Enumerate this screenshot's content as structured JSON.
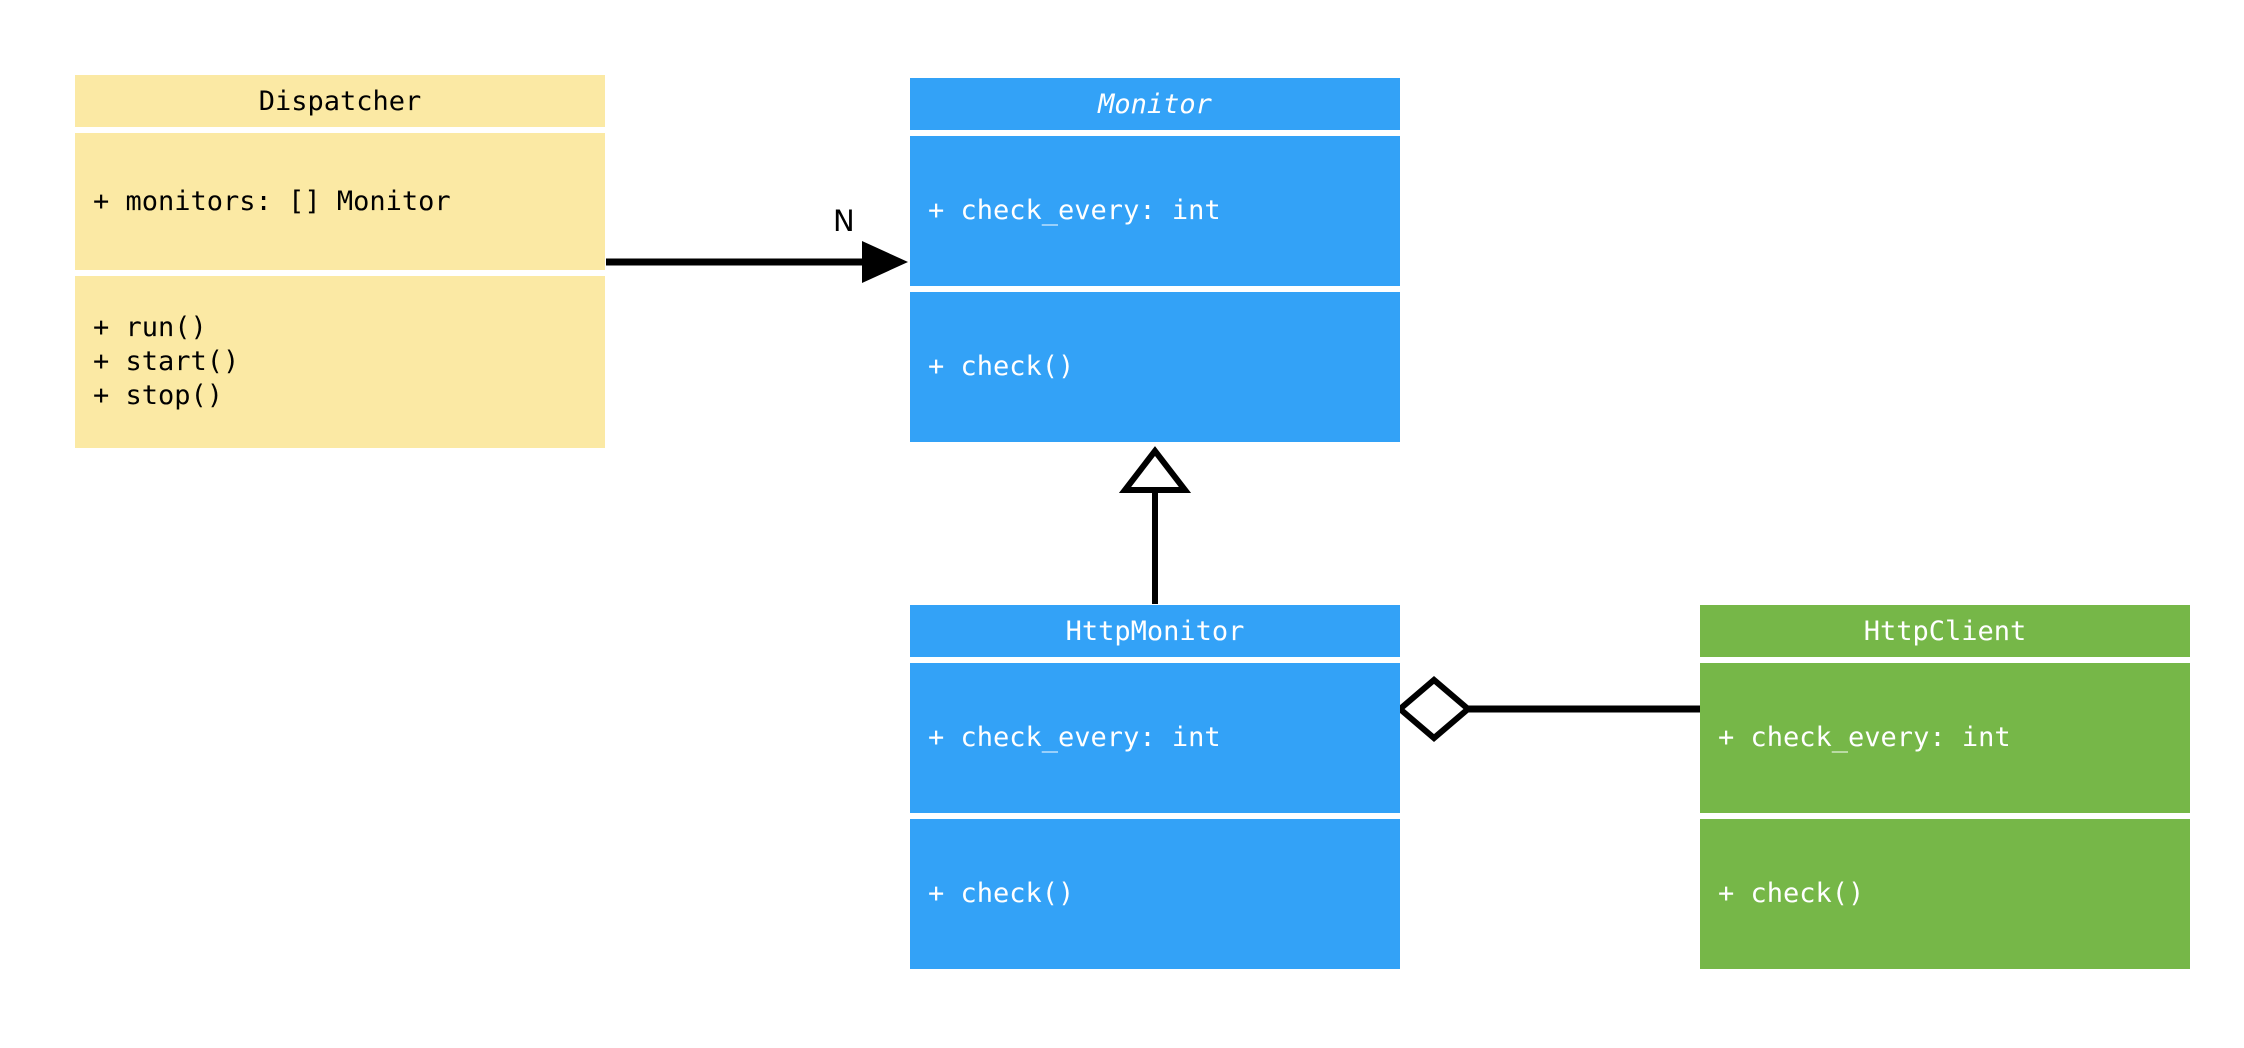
{
  "diagram": {
    "type": "uml-class-diagram",
    "background": "#ffffff",
    "palette": {
      "dispatcher": "#fbe9a4",
      "monitor": "#33a2f7",
      "http_monitor": "#33a2f7",
      "http_client": "#76b748",
      "line": "#000000",
      "text_dark": "#000000",
      "text_light": "#ffffff"
    },
    "classes": [
      {
        "id": "dispatcher",
        "name": "Dispatcher",
        "abstract": false,
        "color": "#fbe9a4",
        "attributes": [
          "+ monitors: [] Monitor"
        ],
        "methods": [
          "+ run()",
          "+ start()",
          "+ stop()"
        ]
      },
      {
        "id": "monitor",
        "name": "Monitor",
        "abstract": true,
        "color": "#33a2f7",
        "attributes": [
          "+ check_every: int"
        ],
        "methods": [
          "+ check()"
        ]
      },
      {
        "id": "http_monitor",
        "name": "HttpMonitor",
        "abstract": false,
        "color": "#33a2f7",
        "attributes": [
          "+ check_every: int"
        ],
        "methods": [
          "+ check()"
        ]
      },
      {
        "id": "http_client",
        "name": "HttpClient",
        "abstract": false,
        "color": "#76b748",
        "attributes": [
          "+ check_every: int"
        ],
        "methods": [
          "+ check()"
        ]
      }
    ],
    "relations": [
      {
        "id": "assoc-dispatcher-monitor",
        "kind": "association",
        "from": "Dispatcher",
        "to": "Monitor",
        "arrow": "solid-filled-arrow",
        "label": "N"
      },
      {
        "id": "gen-httpmonitor-monitor",
        "kind": "generalization",
        "from": "HttpMonitor",
        "to": "Monitor",
        "arrow": "hollow-triangle",
        "label": ""
      },
      {
        "id": "agg-httpmonitor-httpclient",
        "kind": "aggregation",
        "from": "HttpMonitor",
        "to": "HttpClient",
        "arrow": "hollow-diamond",
        "label": ""
      }
    ]
  }
}
